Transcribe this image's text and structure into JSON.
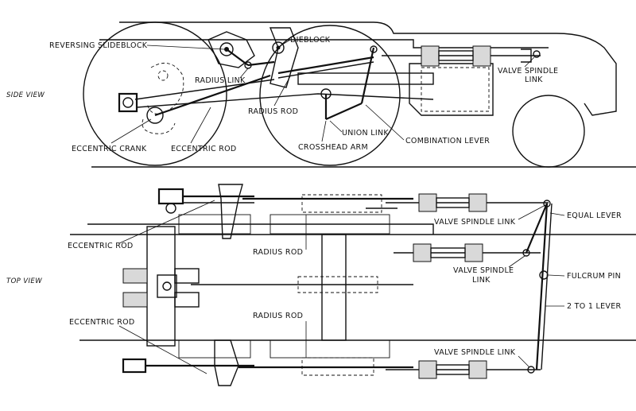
{
  "views": {
    "side": "SIDE VIEW",
    "top": "TOP VIEW"
  },
  "side_labels": {
    "reversing_slideblock": "REVERSING SLIDEBLOCK",
    "dieblock": "DIEBLOCK",
    "radius_link": "RADIUS LINK",
    "radius_rod": "RADIUS ROD",
    "union_link": "UNION LINK",
    "crosshead_arm": "CROSSHEAD ARM",
    "combination_lever": "COMBINATION LEVER",
    "eccentric_crank": "ECCENTRIC CRANK",
    "eccentric_rod": "ECCENTRIC ROD",
    "valve_spindle_link_1": "VALVE SPINDLE",
    "valve_spindle_link_2": "LINK"
  },
  "top_labels": {
    "valve_spindle_link_upper": "VALVE SPINDLE LINK",
    "equal_lever": "EQUAL LEVER",
    "eccentric_rod_upper": "ECCENTRIC ROD",
    "radius_rod_upper": "RADIUS ROD",
    "valve_spindle_link_mid_1": "VALVE SPINDLE",
    "valve_spindle_link_mid_2": "LINK",
    "fulcrum_pin": "FULCRUM PIN",
    "two_to_one_lever": "2 TO 1 LEVER",
    "eccentric_rod_lower": "ECCENTRIC ROD",
    "radius_rod_lower": "RADIUS ROD",
    "valve_spindle_link_lower": "VALVE SPINDLE LINK"
  }
}
